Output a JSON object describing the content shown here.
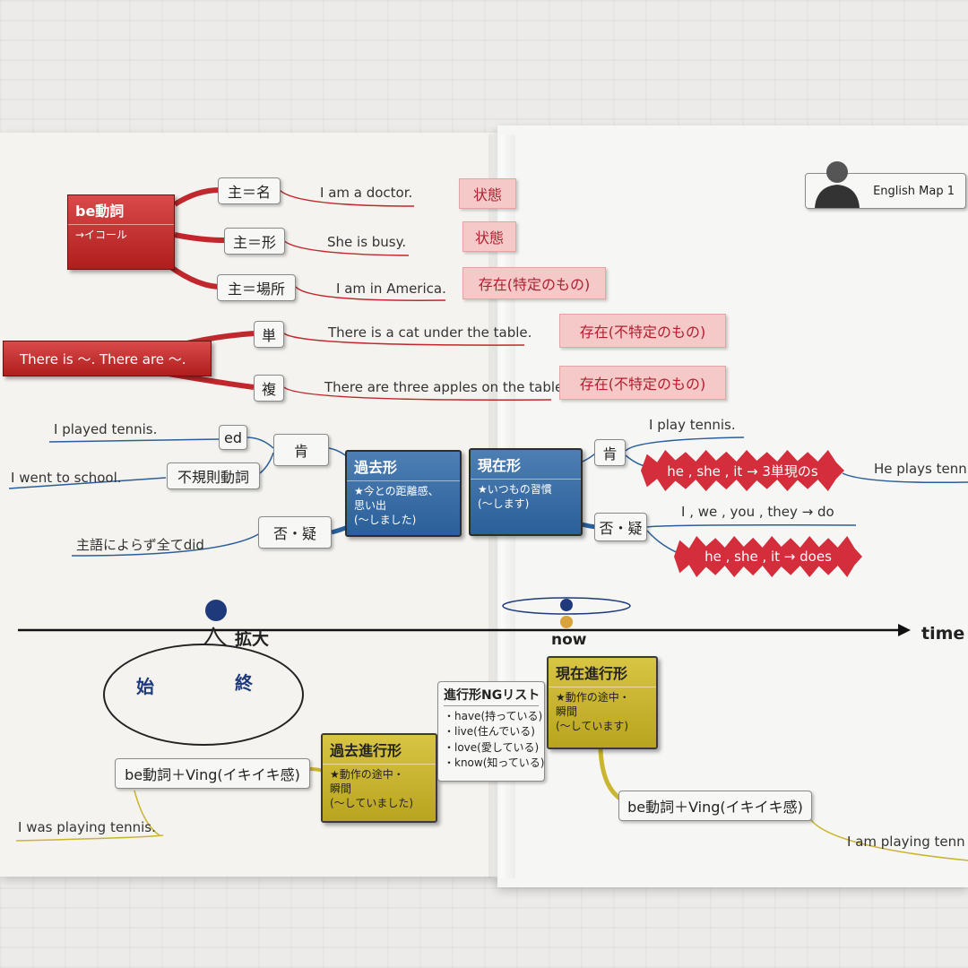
{
  "header": {
    "title": "English Map 1"
  },
  "be_section": {
    "title": "be動詞",
    "subtitle": "→イコール",
    "rows": [
      {
        "label": "主＝名",
        "sentence": "I am a doctor.",
        "tag": "状態"
      },
      {
        "label": "主＝形",
        "sentence": "She is busy.",
        "tag": "状態"
      },
      {
        "label": "主＝場所",
        "sentence": "I am in America.",
        "tag": "存在(特定のもの)"
      }
    ]
  },
  "there_section": {
    "title": "There is ～. There are ～.",
    "rows": [
      {
        "label": "単",
        "sentence": "There is a cat under the table.",
        "tag": "存在(不特定のもの)"
      },
      {
        "label": "複",
        "sentence": "There are three apples on the table.",
        "tag": "存在(不特定のもの)"
      }
    ]
  },
  "past_section": {
    "title": "過去形",
    "desc": "★今との距離感、\n思い出\n(～しました)",
    "affirm": "肯",
    "neg": "否・疑",
    "ed_label": "ed",
    "ed_sentence": "I played tennis.",
    "irregular_label": "不規則動詞",
    "irregular_sentence": "I went to school.",
    "neg_sentence": "主語によらず全てdid"
  },
  "present_section": {
    "title": "現在形",
    "desc": "★いつもの習慣\n(～します)",
    "affirm": "肯",
    "neg": "否・疑",
    "affirm_sentence": "I play tennis.",
    "affirm_rule": "he , she , it → 3単現のs",
    "affirm_example": "He plays tenn",
    "neg_rule1": "I , we , you , they → do",
    "neg_rule2": "he , she , it →  does"
  },
  "timeline": {
    "time_label": "time",
    "now_label": "now",
    "zoom_label": "拡大",
    "start_label": "始",
    "end_label": "終"
  },
  "past_progressive": {
    "title": "過去進行形",
    "desc": "★動作の途中・\n瞬間\n(～していました)",
    "formula": "be動詞＋Ving(イキイキ感)",
    "example": "I was playing tennis."
  },
  "ng_list": {
    "title": "進行形NGリスト",
    "items": [
      "・have(持っている)",
      "・live(住んでいる)",
      "・love(愛している)",
      "・know(知っている)"
    ]
  },
  "present_progressive": {
    "title": "現在進行形",
    "desc": "★動作の途中・\n瞬間\n(～しています)",
    "formula": "be動詞＋Ving(イキイキ感)",
    "example": "I am playing tenn"
  },
  "colors": {
    "red": "#c0282d",
    "blue": "#2b5f99",
    "yellow": "#c9b52f",
    "navy": "#1f3a7a",
    "orange": "#d9a23a"
  }
}
